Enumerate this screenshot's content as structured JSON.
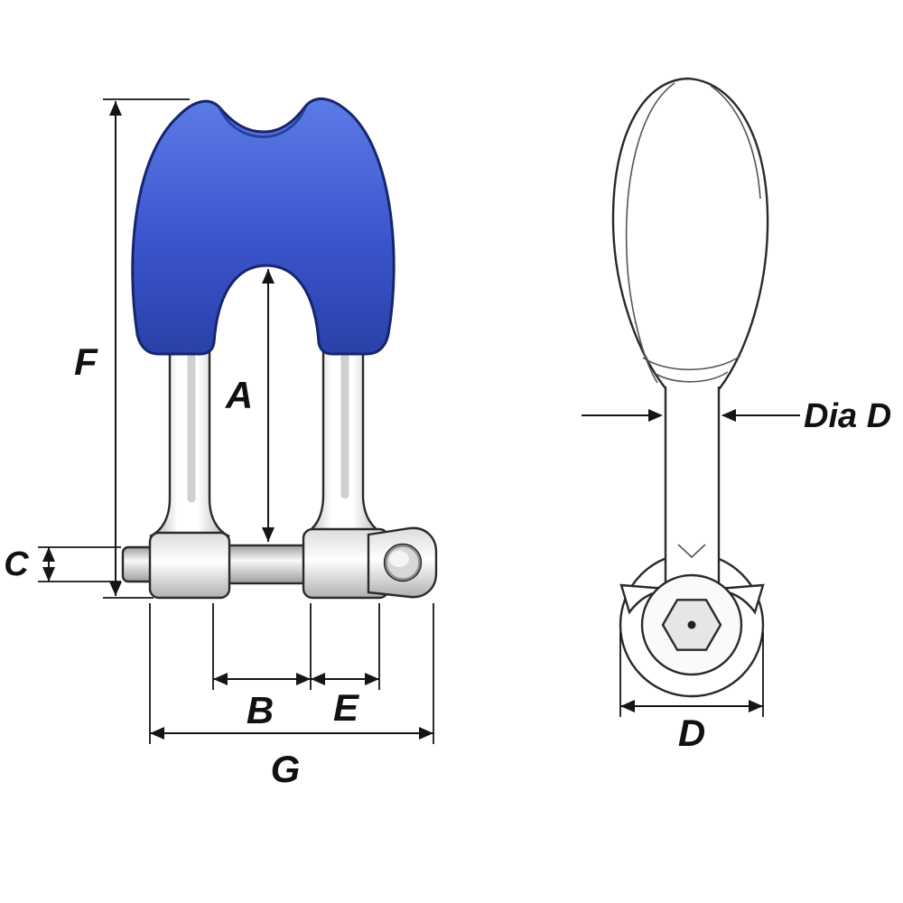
{
  "labels": {
    "F": "F",
    "A": "A",
    "C": "C",
    "B": "B",
    "E": "E",
    "G": "G",
    "G_note": "",
    "dia_d": "Dia D",
    "D": "D"
  },
  "colors": {
    "cap_blue_light": "#5b7be6",
    "cap_blue": "#3b55cc",
    "cap_blue_deep": "#2a41a8",
    "cap_outline": "#17256e",
    "metal_light": "#ffffff",
    "metal_mid": "#dcdcdc",
    "metal_dark": "#b0b0b0",
    "pin_light": "#f8f8f8",
    "pin_dark": "#9e9e9e",
    "outline": "#2a2a2a",
    "dimension_line": "#151515",
    "label_text": "#111111",
    "background": "#ffffff"
  }
}
